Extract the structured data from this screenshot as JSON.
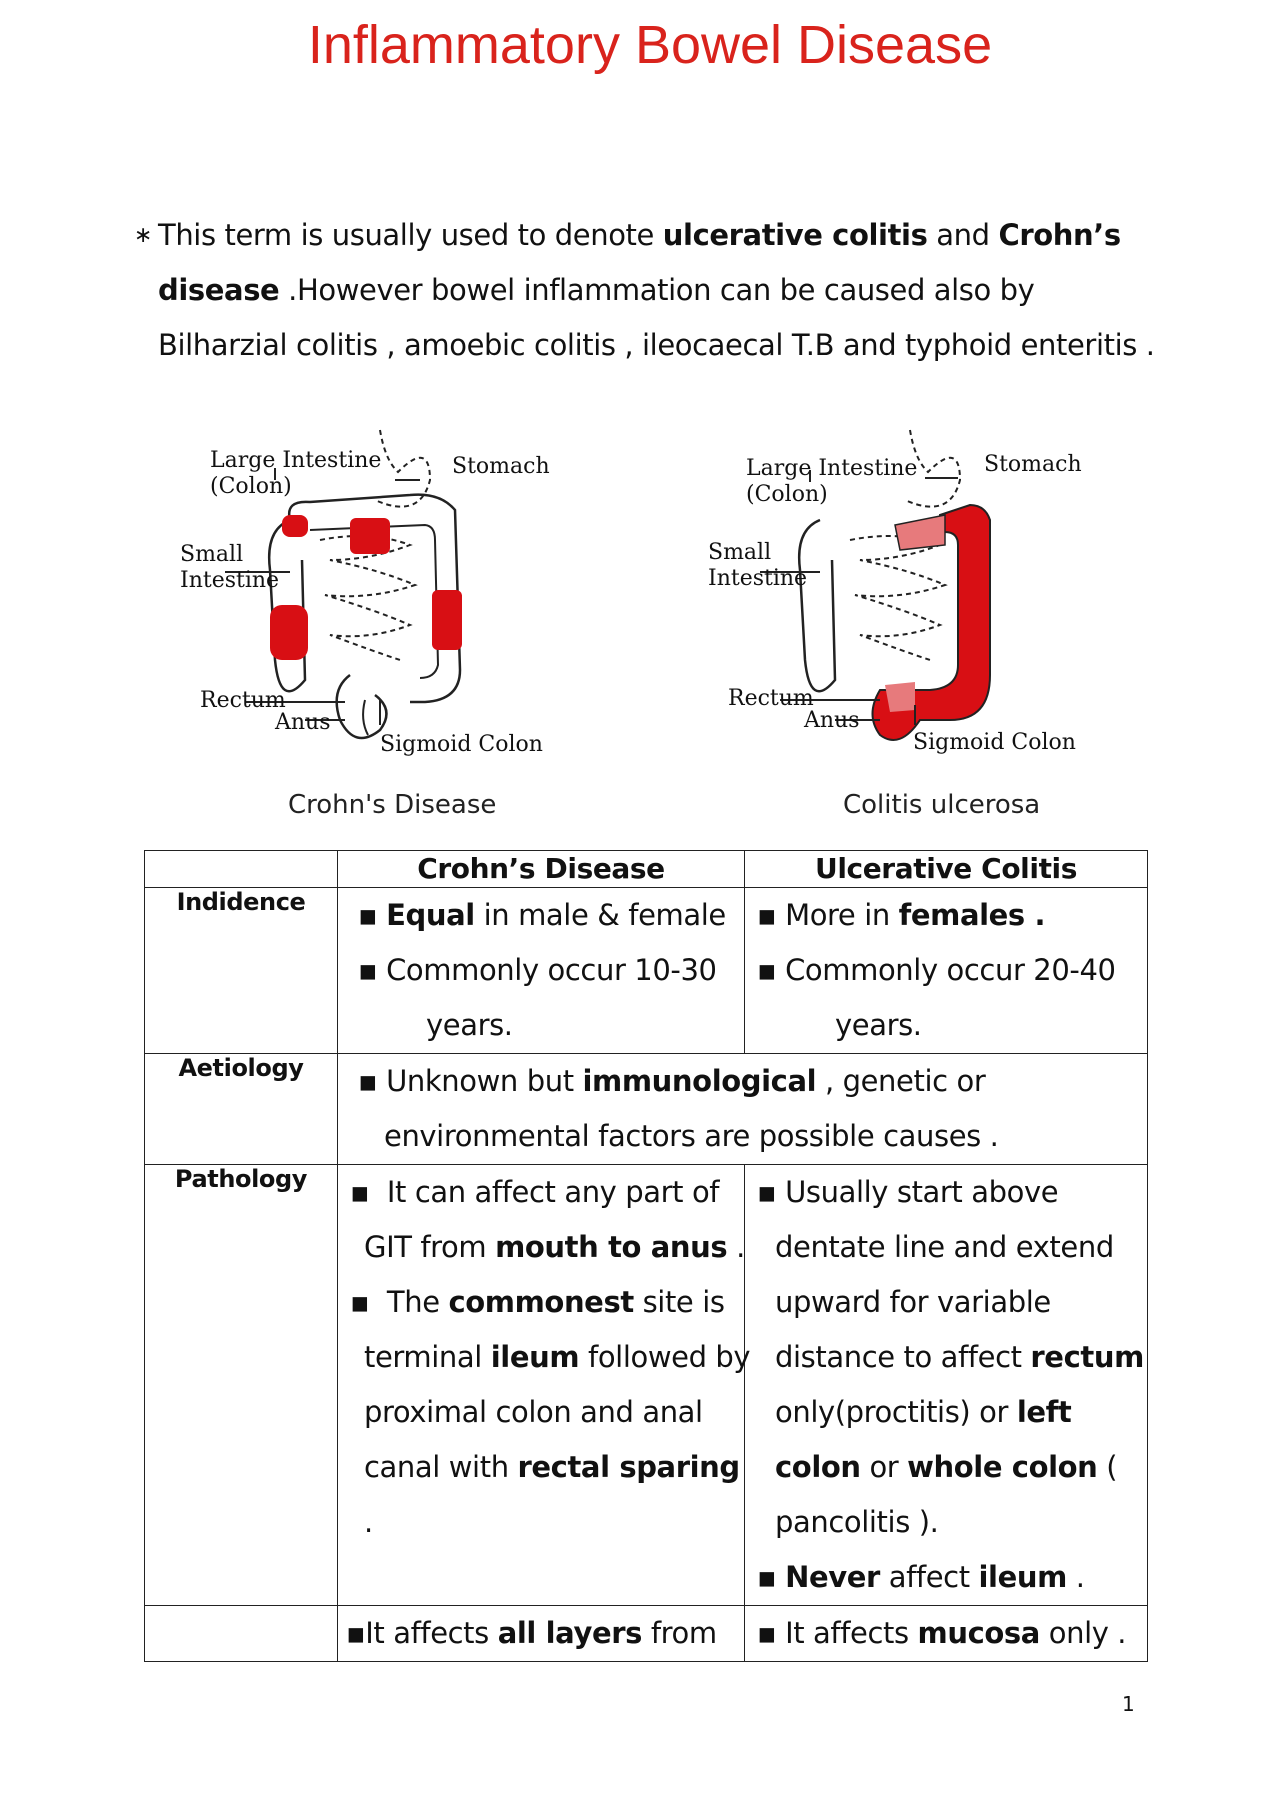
{
  "title": "Inflammatory Bowel Disease",
  "intro": {
    "bullet": "∗",
    "line1_pre": "This term is usually used to denote ",
    "line1_b1": "ulcerative colitis",
    "line1_mid": " and ",
    "line1_b2": "Crohn’s",
    "line2_b": "disease",
    "line2_rest": " .However bowel inflammation can be caused also by",
    "line3": "Bilharzial colitis , amoebic colitis , ileocaecal T.B and typhoid enteritis ."
  },
  "figures": {
    "left": {
      "large_intestine": "Large Intestine",
      "colon": "(Colon)",
      "stomach": "Stomach",
      "small": "Small",
      "intestine": "Intestine",
      "rectum": "Rectum",
      "anus": "Anus",
      "sigmoid": "Sigmoid Colon",
      "caption": "Crohn's Disease"
    },
    "right": {
      "large_intestine": "Large Intestine",
      "colon": "(Colon)",
      "stomach": "Stomach",
      "small": "Small",
      "intestine": "Intestine",
      "rectum": "Rectum",
      "anus": "Anus",
      "sigmoid": "Sigmoid Colon",
      "caption": "Colitis ulcerosa"
    },
    "highlight_color": "#d80f14"
  },
  "table": {
    "headers": [
      "Crohn’s Disease",
      "Ulcerative Colitis"
    ],
    "incidence": {
      "label": "Indidence",
      "crohn_b": "Equal",
      "crohn_1_rest": " in male & female",
      "crohn_2": "Commonly occur 10-30",
      "crohn_2b": "years.",
      "uc_1_pre": "More in ",
      "uc_1_b": "females .",
      "uc_2": "Commonly occur 20-40",
      "uc_2b": "years."
    },
    "aetiology": {
      "label": "Aetiology",
      "pre": "Unknown but ",
      "b": "immunological",
      "post": " , genetic or",
      "line2": "environmental factors are possible causes ."
    },
    "pathology": {
      "label": "Pathology",
      "c1": "It can affect any part of",
      "c2_pre": "GIT from ",
      "c2_b": "mouth to anus",
      "c2_post": " .",
      "c3_pre": "The ",
      "c3_b": "commonest",
      "c3_post": " site is",
      "c4_pre": "terminal ",
      "c4_b": "ileum",
      "c4_post": " followed by",
      "c5": "proximal colon and anal",
      "c6_pre": "canal with ",
      "c6_b": "rectal sparing",
      "c7": ".",
      "u1": "Usually start above",
      "u2": "dentate line and extend",
      "u3": "upward for variable",
      "u4_pre": "distance to affect ",
      "u4_b": "rectum",
      "u5_pre": "only(proctitis) or ",
      "u5_b": "left",
      "u6_b1": "colon",
      "u6_mid": " or ",
      "u6_b2": "whole colon",
      "u6_post": " (",
      "u7": "pancolitis ).",
      "u8_b1": "Never",
      "u8_mid": " affect ",
      "u8_b2": "ileum",
      "u8_post": " ."
    },
    "layers": {
      "crohn_pre": "It affects ",
      "crohn_b": "all layers",
      "crohn_post": " from",
      "uc_pre": "It affects ",
      "uc_b": "mucosa",
      "uc_post": " only ."
    }
  },
  "page_number": "1"
}
